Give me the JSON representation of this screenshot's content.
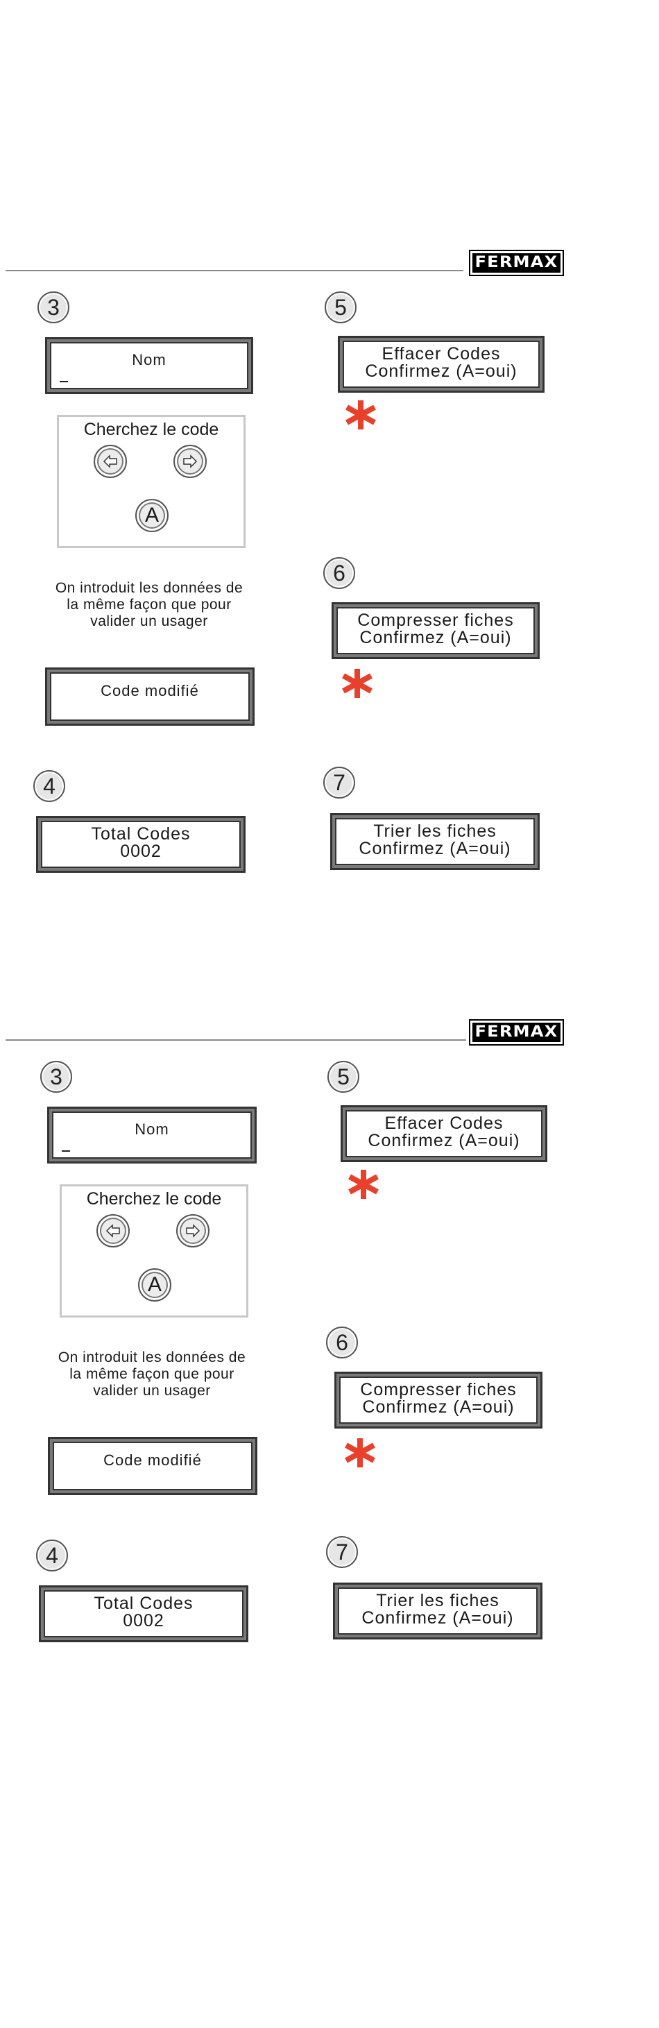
{
  "brand": "FERMAX",
  "steps": {
    "s3": "3",
    "s4": "4",
    "s5": "5",
    "s6": "6",
    "s7": "7"
  },
  "name_display": {
    "label": "Nom",
    "cursor": "_"
  },
  "keypad": {
    "title": "Cherchez le code",
    "left_icon": "arrow-left-icon",
    "right_icon": "arrow-right-icon",
    "accept_key": "A"
  },
  "instruction": {
    "line1": "On introduit les données de",
    "line2": "la même façon que pour",
    "line3": "valider un usager"
  },
  "code_modified": "Code modifié",
  "total_codes": {
    "line1": "Total Codes",
    "line2": "0002"
  },
  "erase_codes": {
    "line1": "Effacer Codes",
    "line2": "Confirmez (A=oui)"
  },
  "compress": {
    "line1": "Compresser fiches",
    "line2": "Confirmez (A=oui)"
  },
  "sort": {
    "line1": "Trier les fiches",
    "line2": "Confirmez (A=oui)"
  },
  "colors": {
    "asterisk": "#e8402a",
    "lcd_frame": "#333333"
  }
}
